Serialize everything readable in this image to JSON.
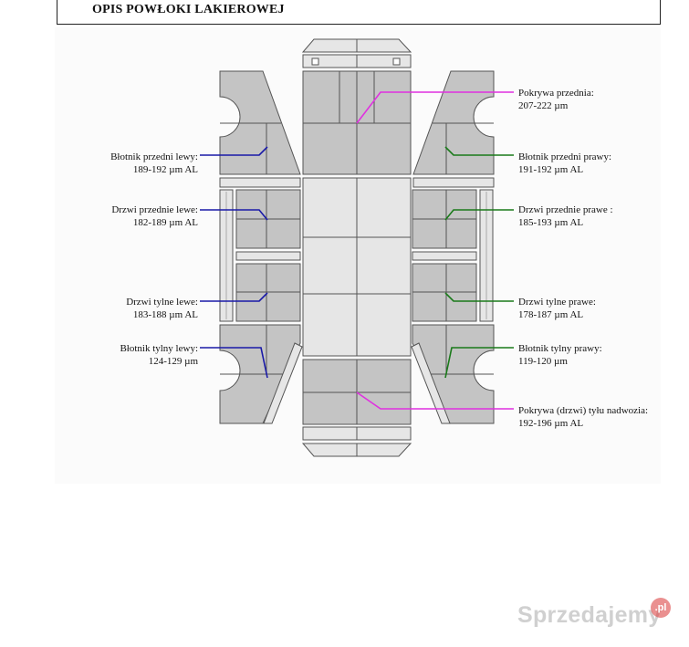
{
  "header": {
    "title": "OPIS POWŁOKI LAKIEROWEJ"
  },
  "colors": {
    "left_leader": "#1a1aa8",
    "right_leader": "#1a7a1a",
    "center_leader": "#e030e0",
    "panel_fill": "#c4c4c4",
    "roof_fill": "#e6e6e6"
  },
  "labels": {
    "front_fender_left": {
      "name": "Błotnik przedni lewy:",
      "value": "189-192 µm AL"
    },
    "front_door_left": {
      "name": "Drzwi przednie lewe:",
      "value": "182-189 µm AL"
    },
    "rear_door_left": {
      "name": "Drzwi tylne lewe:",
      "value": "183-188 µm AL"
    },
    "rear_fender_left": {
      "name": "Błotnik tylny lewy:",
      "value": "124-129 µm"
    },
    "hood": {
      "name": "Pokrywa przednia:",
      "value": "207-222 µm"
    },
    "front_fender_right": {
      "name": "Błotnik przedni prawy:",
      "value": "191-192 µm AL"
    },
    "front_door_right": {
      "name": "Drzwi przednie prawe :",
      "value": "185-193 µm AL"
    },
    "rear_door_right": {
      "name": "Drzwi tylne prawe:",
      "value": "178-187 µm AL"
    },
    "rear_fender_right": {
      "name": "Błotnik tylny prawy:",
      "value": "119-120 µm"
    },
    "tailgate": {
      "name": "Pokrywa (drzwi) tyłu nadwozia:",
      "value": "192-196 µm AL"
    }
  },
  "watermark": {
    "text": "Sprzedajemy",
    "badge": ".pl"
  }
}
